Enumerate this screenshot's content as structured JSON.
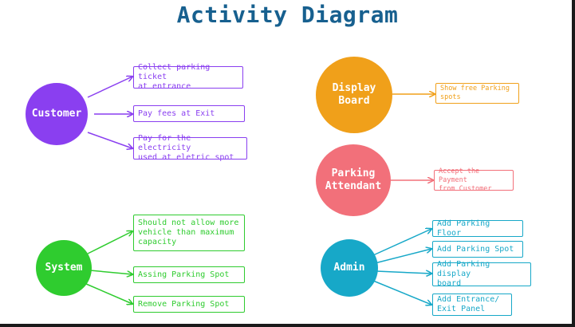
{
  "title": "Activity Diagram",
  "colors": {
    "title": "#17608f",
    "customer": "#8a3ff0",
    "system": "#2fcc2f",
    "display_board": "#f0a01a",
    "parking_attendant": "#f2707a",
    "admin": "#17a8c8"
  },
  "actors": {
    "customer": {
      "name": "Customer",
      "actions": [
        "Collect parking ticket\nat entrance",
        "Pay fees at Exit",
        "Pay for the electricity\nused at eletric spot"
      ]
    },
    "system": {
      "name": "System",
      "actions": [
        "Should not allow more\nvehicle than maximum\ncapacity",
        "Assing Parking Spot",
        "Remove Parking Spot"
      ]
    },
    "display_board": {
      "name": "Display\nBoard",
      "actions": [
        "Show free Parking\nspots"
      ]
    },
    "parking_attendant": {
      "name": "Parking\nAttendant",
      "actions": [
        "Accept the Payment\nfrom Customer"
      ]
    },
    "admin": {
      "name": "Admin",
      "actions": [
        "Add Parking Floor",
        "Add Parking Spot",
        "Add Parking display\nboard",
        "Add Entrance/\nExit Panel"
      ]
    }
  }
}
